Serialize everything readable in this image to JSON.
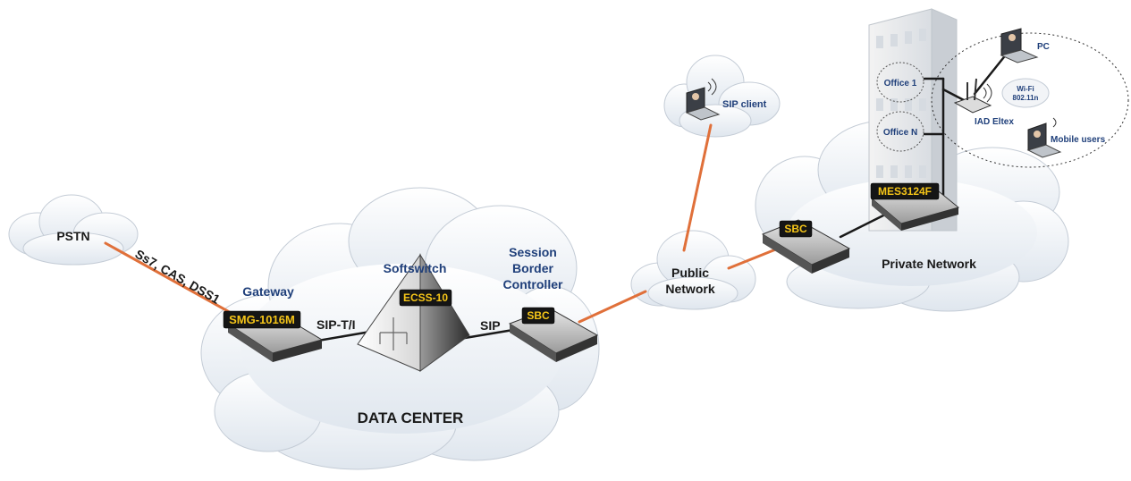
{
  "colors": {
    "link_orange": "#e0703a",
    "link_dark": "#1a1a1a",
    "label_blue": "#1f3f7a",
    "tag_yellow": "#f5c518",
    "tag_black": "#151515",
    "cloud_fill": "#eef2f7"
  },
  "nodes": {
    "pstn": {
      "label": "PSTN"
    },
    "gateway": {
      "title": "Gateway",
      "tag": "SMG-1016M"
    },
    "softswitch": {
      "title": "Softswitch",
      "tag": "ECSS-10"
    },
    "sbc_dc": {
      "title_line1": "Session",
      "title_line2": "Border",
      "title_line3": "Controller",
      "tag": "SBC"
    },
    "public_network": {
      "line1": "Public",
      "line2": "Network"
    },
    "sbc_private": {
      "tag": "SBC"
    },
    "switch": {
      "tag": "MES3124F"
    },
    "private_network": {
      "label": "Private Network"
    },
    "sip_client": {
      "label": "SIP client"
    },
    "office_1": {
      "label": "Office 1"
    },
    "office_n": {
      "label": "Office N"
    },
    "iad": {
      "label": "IAD Eltex"
    },
    "wifi": {
      "line1": "Wi-Fi",
      "line2": "802.11n"
    },
    "pc": {
      "label": "PC"
    },
    "mobile_users": {
      "label": "Mobile users"
    },
    "data_center": {
      "label": "DATA CENTER"
    }
  },
  "links": {
    "pstn_gateway": "Ss7, CAS, DSS1",
    "gateway_softswitch": "SIP-T/I",
    "softswitch_sbc": "SIP"
  }
}
